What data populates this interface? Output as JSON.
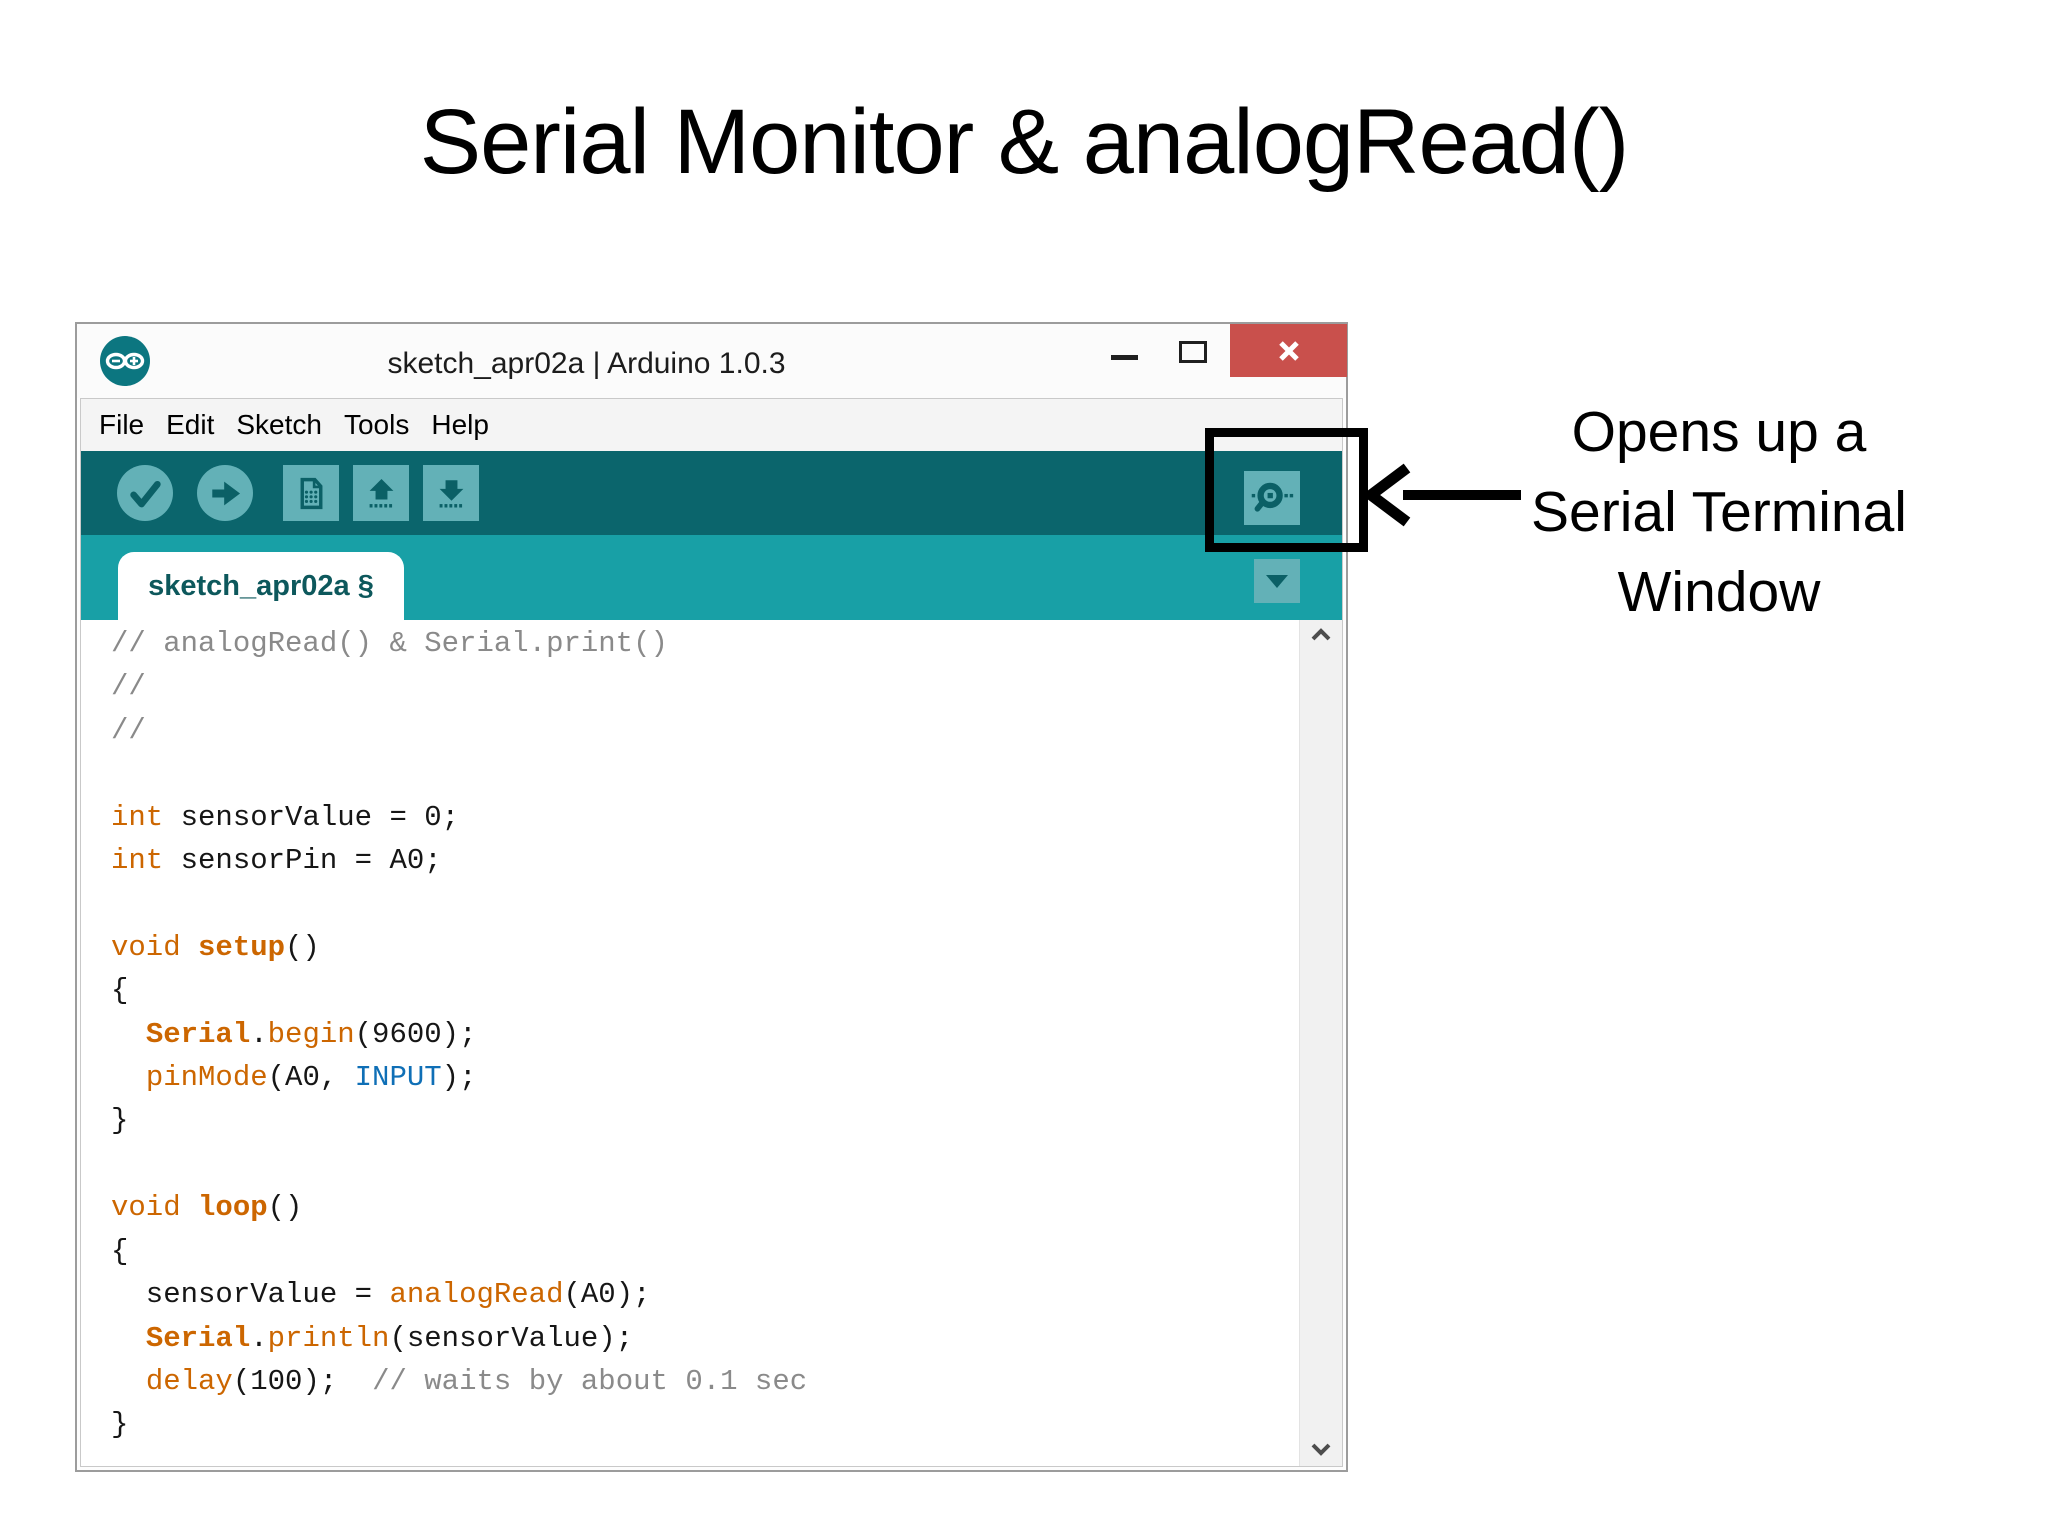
{
  "slide": {
    "title": "Serial Monitor & analogRead()",
    "annotation_lines": [
      "Opens up a",
      "Serial Terminal",
      "Window"
    ]
  },
  "window": {
    "title": "sketch_apr02a | Arduino 1.0.3",
    "menu_items": [
      "File",
      "Edit",
      "Sketch",
      "Tools",
      "Help"
    ],
    "controls": [
      {
        "name": "minimize-button",
        "icon": "minimize-icon"
      },
      {
        "name": "maximize-button",
        "icon": "maximize-icon"
      },
      {
        "name": "close-button",
        "icon": "close-icon"
      }
    ],
    "app_icon": "arduino-logo-icon"
  },
  "toolbar": {
    "buttons": [
      {
        "name": "verify-button",
        "icon": "check-icon",
        "shape": "circle"
      },
      {
        "name": "upload-button",
        "icon": "arrow-right-icon",
        "shape": "circle"
      },
      {
        "name": "new-sketch-button",
        "icon": "document-icon",
        "shape": "square"
      },
      {
        "name": "open-sketch-button",
        "icon": "arrow-up-icon",
        "shape": "square"
      },
      {
        "name": "save-sketch-button",
        "icon": "arrow-down-icon",
        "shape": "square"
      }
    ],
    "serial_monitor_button": {
      "name": "serial-monitor-button",
      "icon": "magnifier-icon"
    }
  },
  "editor": {
    "tab_label": "sketch_apr02a §",
    "tab_dropdown_icon": "chevron-down-icon",
    "scrollbar_icons": [
      "scroll-up-icon",
      "scroll-down-icon"
    ],
    "code_lines": [
      {
        "segments": [
          {
            "t": "// analogRead() & Serial.print()",
            "s": "comment"
          }
        ]
      },
      {
        "segments": [
          {
            "t": "//",
            "s": "comment"
          }
        ]
      },
      {
        "segments": [
          {
            "t": "//",
            "s": "comment"
          }
        ]
      },
      {
        "segments": []
      },
      {
        "segments": [
          {
            "t": "int",
            "s": "keyword"
          },
          {
            "t": " sensorValue = 0;",
            "s": "plain"
          }
        ]
      },
      {
        "segments": [
          {
            "t": "int",
            "s": "keyword"
          },
          {
            "t": " sensorPin = A0;",
            "s": "plain"
          }
        ]
      },
      {
        "segments": []
      },
      {
        "segments": [
          {
            "t": "void ",
            "s": "keyword"
          },
          {
            "t": "setup",
            "s": "keyword_bold"
          },
          {
            "t": "()",
            "s": "plain"
          }
        ]
      },
      {
        "segments": [
          {
            "t": "{",
            "s": "plain"
          }
        ]
      },
      {
        "segments": [
          {
            "t": "  ",
            "s": "plain"
          },
          {
            "t": "Serial",
            "s": "keyword_bold"
          },
          {
            "t": ".",
            "s": "plain"
          },
          {
            "t": "begin",
            "s": "keyword"
          },
          {
            "t": "(9600);",
            "s": "plain"
          }
        ]
      },
      {
        "segments": [
          {
            "t": "  ",
            "s": "plain"
          },
          {
            "t": "pinMode",
            "s": "keyword"
          },
          {
            "t": "(A0, ",
            "s": "plain"
          },
          {
            "t": "INPUT",
            "s": "constant"
          },
          {
            "t": ");",
            "s": "plain"
          }
        ]
      },
      {
        "segments": [
          {
            "t": "}",
            "s": "plain"
          }
        ]
      },
      {
        "segments": []
      },
      {
        "segments": [
          {
            "t": "void ",
            "s": "keyword"
          },
          {
            "t": "loop",
            "s": "keyword_bold"
          },
          {
            "t": "()",
            "s": "plain"
          }
        ]
      },
      {
        "segments": [
          {
            "t": "{",
            "s": "plain"
          }
        ]
      },
      {
        "segments": [
          {
            "t": "  sensorValue = ",
            "s": "plain"
          },
          {
            "t": "analogRead",
            "s": "keyword"
          },
          {
            "t": "(A0);",
            "s": "plain"
          }
        ]
      },
      {
        "segments": [
          {
            "t": "  ",
            "s": "plain"
          },
          {
            "t": "Serial",
            "s": "keyword_bold"
          },
          {
            "t": ".",
            "s": "plain"
          },
          {
            "t": "println",
            "s": "keyword"
          },
          {
            "t": "(sensorValue);",
            "s": "plain"
          }
        ]
      },
      {
        "segments": [
          {
            "t": "  ",
            "s": "plain"
          },
          {
            "t": "delay",
            "s": "keyword"
          },
          {
            "t": "(100);  ",
            "s": "plain"
          },
          {
            "t": "// waits by about 0.1 sec",
            "s": "comment"
          }
        ]
      },
      {
        "segments": [
          {
            "t": "}",
            "s": "plain"
          }
        ]
      }
    ]
  },
  "colors": {
    "toolbar_teal": "#0b656c",
    "tabstrip_teal": "#18a0a6",
    "button_teal": "#63b1b7",
    "glyph_teal": "#0b6066",
    "close_red": "#c9504c",
    "tab_text": "#0d585c",
    "syn_comment": "#8a8a8a",
    "syn_keyword": "#cc6600",
    "syn_const": "#0f6fb6"
  }
}
